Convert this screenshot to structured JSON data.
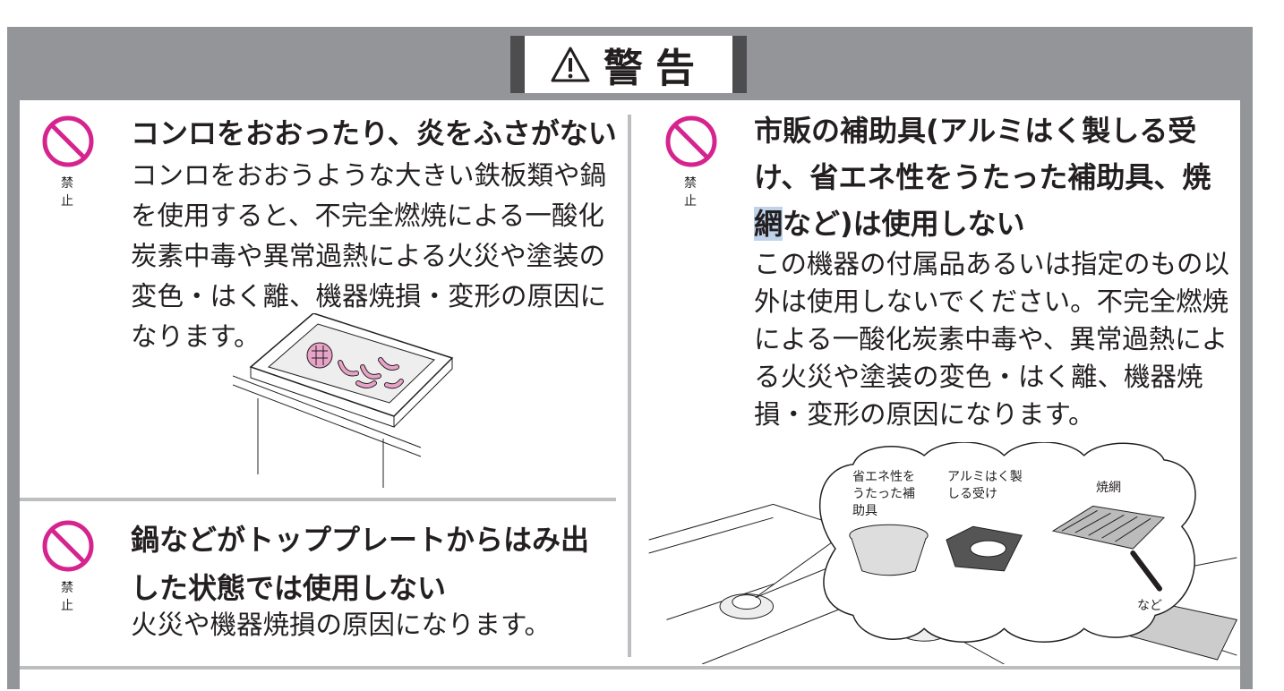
{
  "header": {
    "title": "警告",
    "icon": "warning-triangle-icon"
  },
  "prohibited_label": "禁止",
  "colors": {
    "band": "#939598",
    "prohibit": "#d6248f",
    "divider": "#bcbec0"
  },
  "sections": [
    {
      "heading": "コンロをおおったり、炎をふさがない",
      "body": [
        "コンロをおおうような大きい鉄板類や鍋",
        "を使用すると、不完全燃焼による一酸化",
        "炭素中毒や異常過熱による火災や塗装の",
        "変色・はく離、機器焼損・変形の原因に",
        "なります。"
      ]
    },
    {
      "heading": [
        "鍋などがトッププレートからはみ出",
        "した状態では使用しない"
      ],
      "body": [
        "火災や機器焼損の原因になります。"
      ]
    },
    {
      "heading": [
        "市販の補助具(アルミはく製しる受",
        "け、省エネ性をうたった補助具、焼"
      ],
      "heading_hl": "網",
      "heading_rest": "など)は使用しない",
      "body": [
        "この機器の付属品あるいは指定のもの以",
        "外は使用しないでください。不完全燃焼",
        "による一酸化炭素中毒や、異常過熱によ",
        "る火災や塗装の変色・はく離、機器焼",
        "損・変形の原因になります。"
      ]
    }
  ],
  "illustration_captions": {
    "item1": [
      "省エネ性を",
      "うたった補",
      "助具"
    ],
    "item2": [
      "アルミはく製",
      "しる受け"
    ],
    "item3": "焼網",
    "etc": "など"
  }
}
